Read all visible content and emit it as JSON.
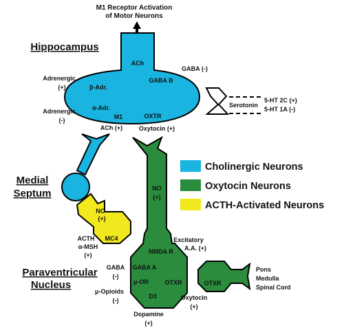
{
  "top_annotation": [
    "M1 Receptor Activation",
    "of Motor Neurons"
  ],
  "regions": {
    "hippocampus": "Hippocampus",
    "medial_septum": [
      "Medial",
      "Septum"
    ],
    "paraventricular_nucleus": [
      "Paraventricular",
      "Nucleus"
    ]
  },
  "hippocampus_cell": {
    "ach_in_stem": "ACh",
    "receptors": [
      "GABA B",
      "β-Adr.",
      "α-Adr.",
      "M1",
      "OXTR"
    ],
    "inputs": {
      "adrenergic_plus": [
        "Adrenergic",
        "(+)"
      ],
      "adrenergic_minus": [
        "Adrenergic",
        "(-)"
      ],
      "gaba_minus": "GABA (-)",
      "ach_plus": "ACh (+)",
      "oxytocin_plus": "Oxytocin (+)"
    }
  },
  "serotonin": {
    "label": "Serotonin",
    "receptors": [
      "5-HT 2C (+)",
      "5-HT 1A (-)"
    ]
  },
  "oxytocin_axon": {
    "label": [
      "NO",
      "(+)"
    ]
  },
  "acth_cell": {
    "label": [
      "NO",
      "(+)"
    ],
    "receptor": "MC4",
    "inputs": [
      "ACTH",
      "α-MSH",
      "(+)"
    ]
  },
  "pvn_cell": {
    "receptors": [
      "NMDA R",
      "GABA A",
      "μ-OR",
      "OTXR",
      "D3"
    ],
    "inputs": {
      "excitatory": [
        "Excitatory",
        "A.A. (+)"
      ],
      "gaba": [
        "GABA",
        "(-)"
      ],
      "mu_opioids": [
        "μ-Opioids",
        "(-)"
      ],
      "dopamine": [
        "Dopamine",
        "(+)"
      ],
      "oxytocin": [
        "Oxytocin",
        "(+)"
      ]
    }
  },
  "projection_cell": {
    "receptor": "OTXR",
    "targets": [
      "Pons",
      "Medulla",
      "Spinal Cord"
    ]
  },
  "legend": [
    {
      "label": "Cholinergic Neurons",
      "color": "#1ab4e0"
    },
    {
      "label": "Oxytocin Neurons",
      "color": "#2a8c3c"
    },
    {
      "label": "ACTH-Activated Neurons",
      "color": "#f2e81e"
    }
  ]
}
